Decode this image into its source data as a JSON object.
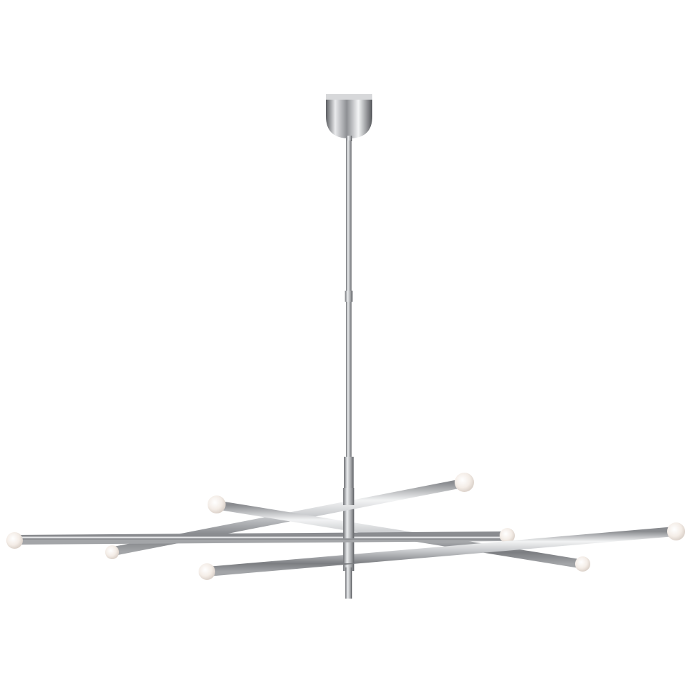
{
  "image": {
    "subject": "linear-chandelier",
    "background_color": "#ffffff",
    "metal_color": "#c9cacc",
    "metal_highlight": "#f4f5f6",
    "metal_shadow": "#7d7f83",
    "bulb_color": "#f3ece6",
    "bulb_count": 8,
    "arm_count": 4
  }
}
